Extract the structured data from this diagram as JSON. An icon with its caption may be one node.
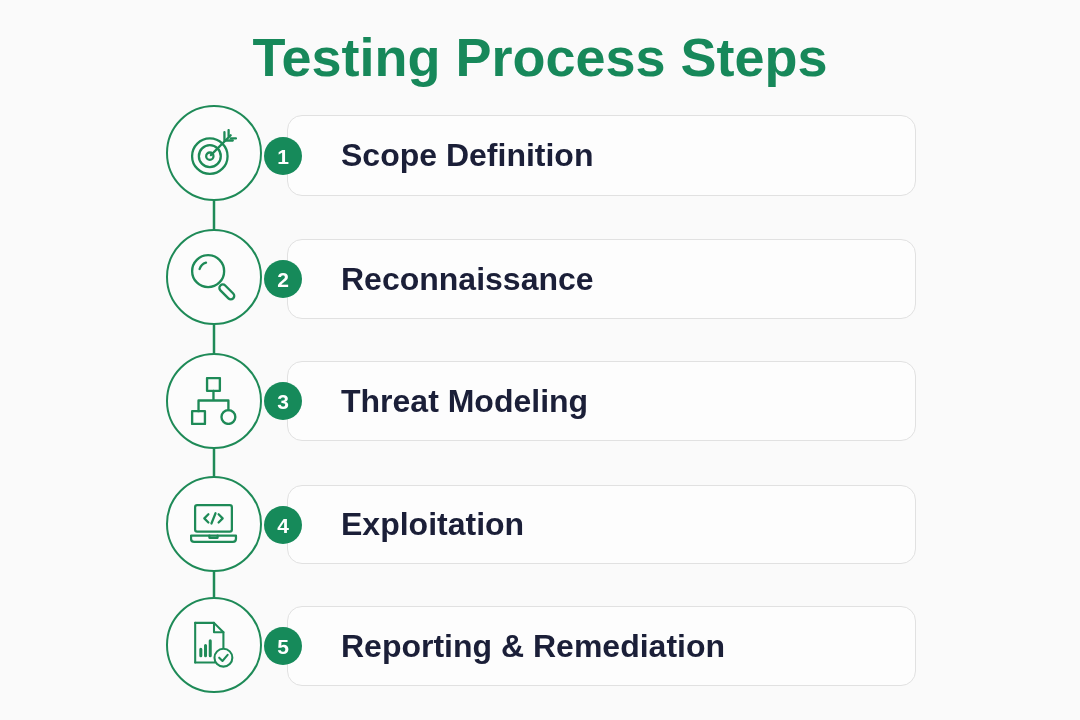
{
  "diagram": {
    "title": "Testing Process Steps",
    "nodes": [
      {
        "text": [],
        "shape": "circle"
      },
      {
        "text": [
          "1"
        ]
      },
      {
        "text": [
          "Scope Definition"
        ]
      },
      {
        "text": [],
        "shape": "circle"
      },
      {
        "text": [
          "2"
        ]
      },
      {
        "text": [
          "Reconnaissance"
        ]
      },
      {
        "text": [],
        "shape": "circle"
      },
      {
        "text": [
          "3"
        ]
      },
      {
        "text": [
          "Threat Modeling"
        ]
      },
      {
        "text": [],
        "shape": "circle"
      },
      {
        "text": [
          "4"
        ]
      },
      {
        "text": [
          "Exploitation"
        ]
      },
      {
        "text": [],
        "shape": "circle"
      },
      {
        "text": [
          "5"
        ]
      },
      {
        "text": [
          "Reporting & Remediation"
        ]
      }
    ],
    "edges": [
      {
        "from": 0,
        "to": 3,
        "arrow": "none"
      },
      {
        "from": 3,
        "to": 6,
        "arrow": "none"
      },
      {
        "from": 6,
        "to": 9,
        "arrow": "none"
      },
      {
        "from": 9,
        "to": 12,
        "arrow": "none"
      }
    ]
  }
}
